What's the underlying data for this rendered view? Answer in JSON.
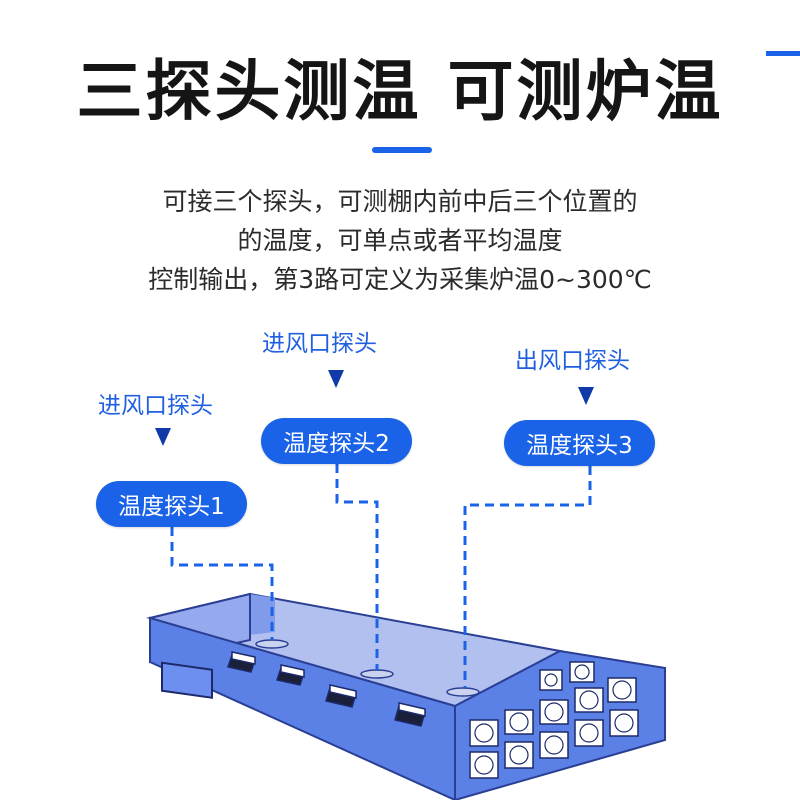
{
  "title": "三探头测温 可测炉温",
  "description": [
    "可接三个探头，可测棚内前中后三个位置的",
    "的温度，可单点或者平均温度",
    "控制输出，第3路可定义为采集炉温0~300℃"
  ],
  "probes": [
    {
      "position_label": "进风口探头",
      "tag": "温度探头1"
    },
    {
      "position_label": "进风口探头",
      "tag": "温度探头2"
    },
    {
      "position_label": "出风口探头",
      "tag": "温度探头3"
    }
  ],
  "colors": {
    "accent": "#1a63e8",
    "label_text": "#1f5fe0",
    "building_front": "#5a7fe6",
    "building_roof": "#aabbee"
  }
}
